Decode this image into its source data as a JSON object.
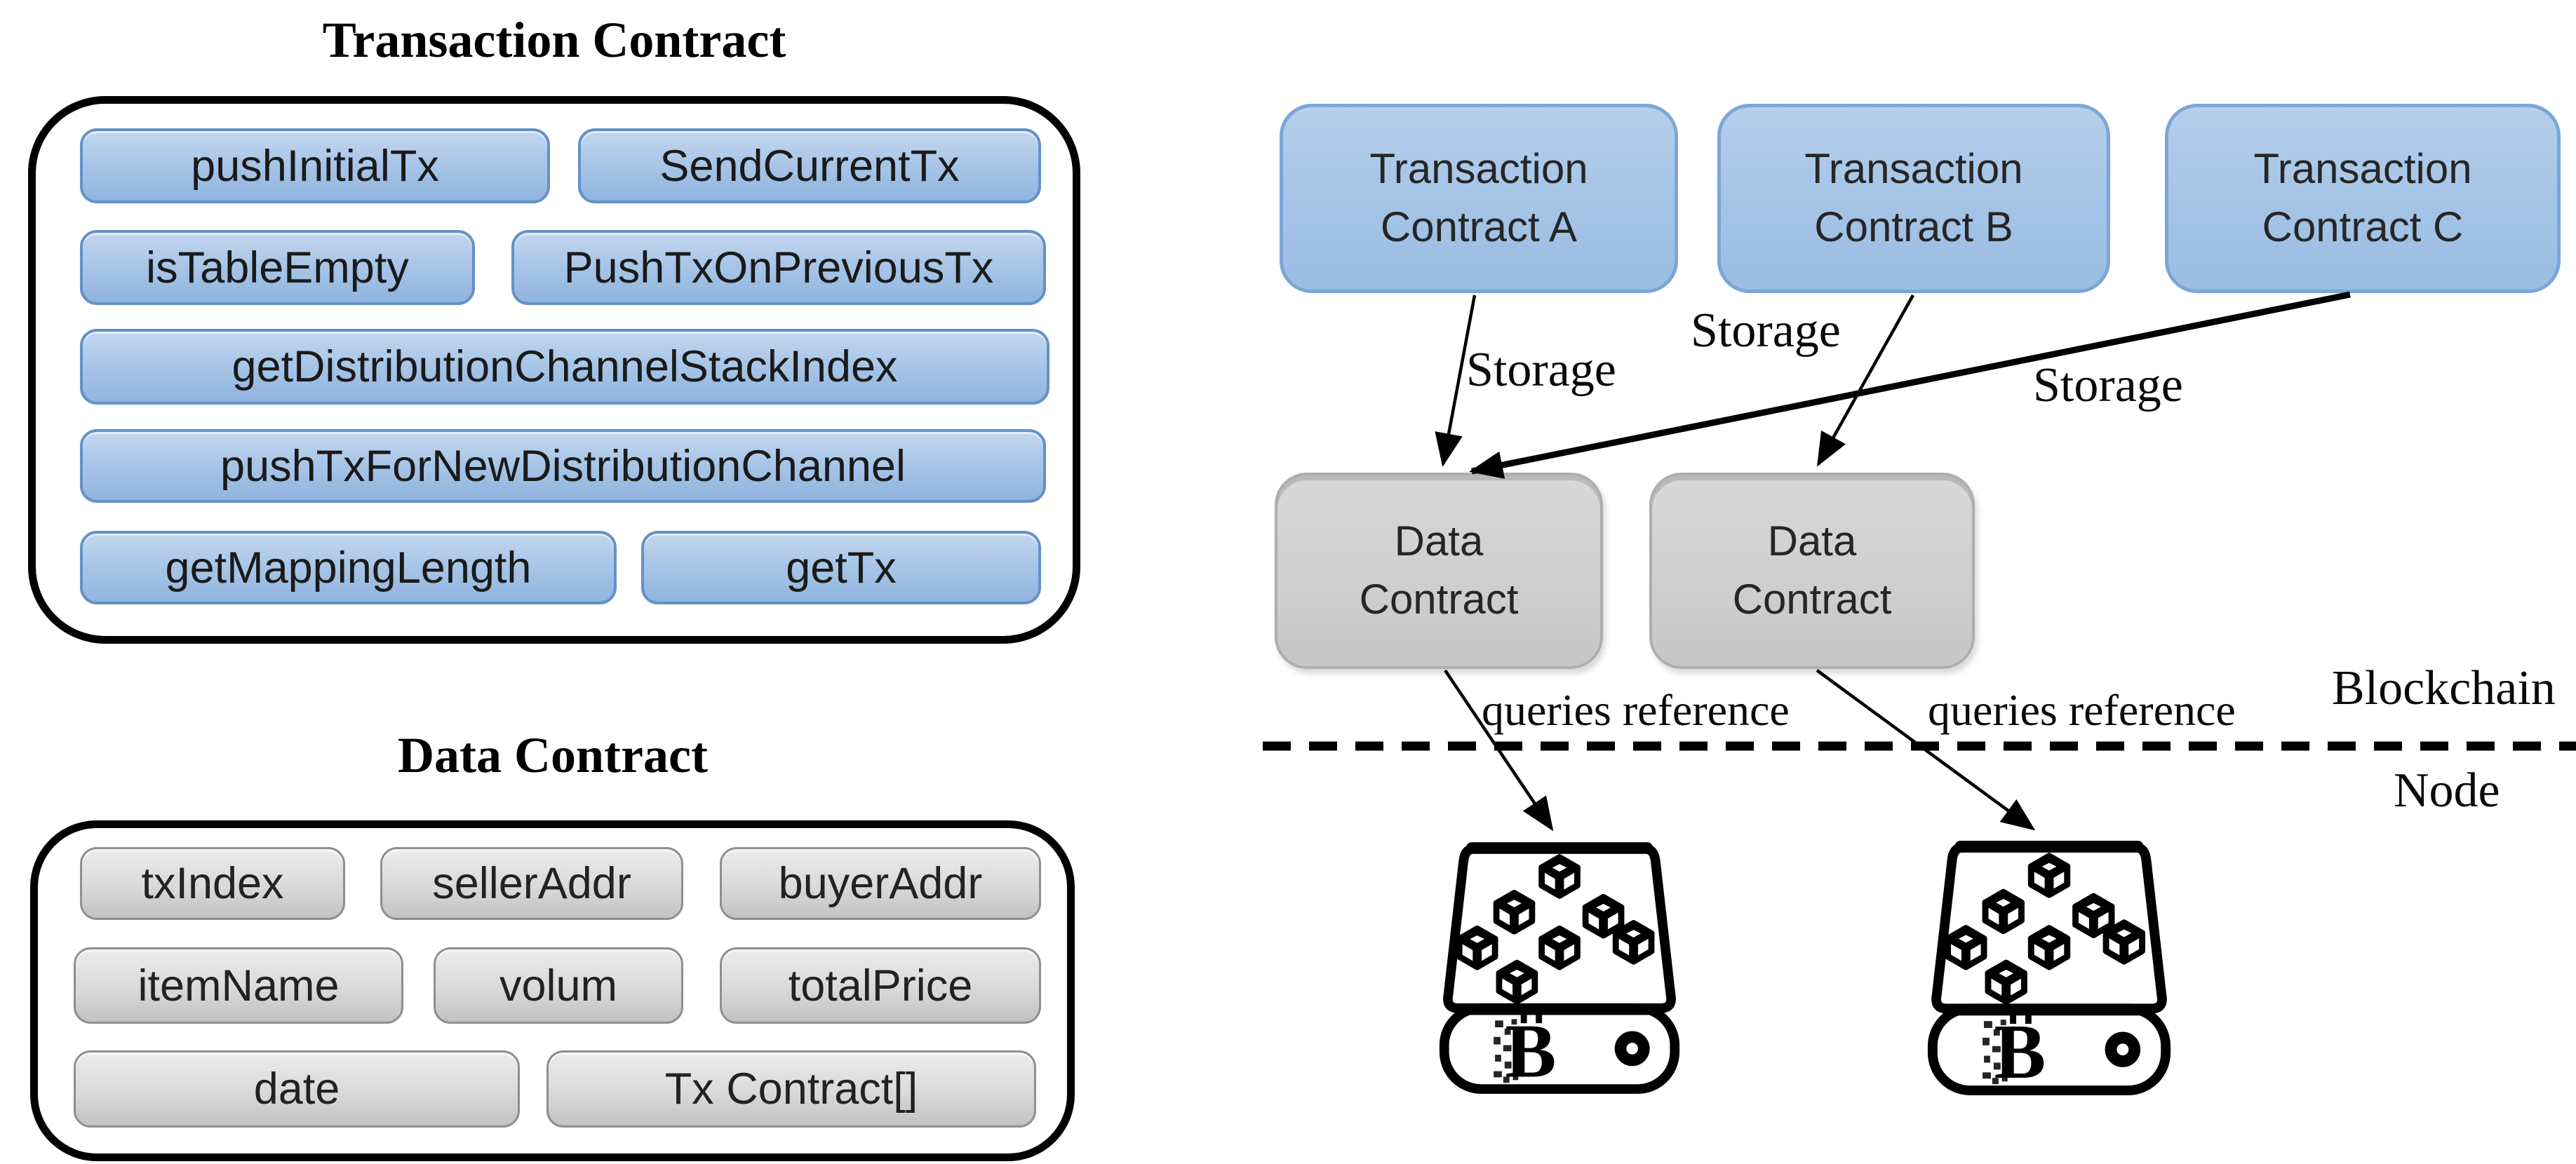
{
  "left_panel": {
    "transaction_contract": {
      "title": "Transaction Contract",
      "methods": [
        "pushInitialTx",
        "SendCurrentTx",
        "isTableEmpty",
        "PushTxOnPreviousTx",
        "getDistributionChannelStackIndex",
        "pushTxForNewDistributionChannel",
        "getMappingLength",
        "getTx"
      ]
    },
    "data_contract": {
      "title": "Data Contract",
      "fields": [
        "txIndex",
        "sellerAddr",
        "buyerAddr",
        "itemName",
        "volum",
        "totalPrice",
        "date",
        "Tx Contract[]"
      ]
    }
  },
  "right_panel": {
    "transaction_nodes": [
      "Transaction\nContract A",
      "Transaction\nContract B",
      "Transaction\nContract C"
    ],
    "data_nodes": [
      "Data\nContract",
      "Data\nContract"
    ],
    "storage_labels": [
      "Storage",
      "Storage",
      "Storage"
    ],
    "query_labels": [
      "queries reference",
      "queries reference"
    ],
    "layer_labels": {
      "blockchain": "Blockchain",
      "node": "Node"
    },
    "bitcoin_letter": "B"
  },
  "colors": {
    "method_pill_blue": "#a9c6e8",
    "method_pill_border": "#6591c8",
    "flow_node_blue": "#a5c4e7",
    "flow_node_border": "#7ba6d7",
    "field_pill_gray": "#d9d9d9",
    "data_node_gray": "#cecece",
    "outline_black": "#000000"
  }
}
